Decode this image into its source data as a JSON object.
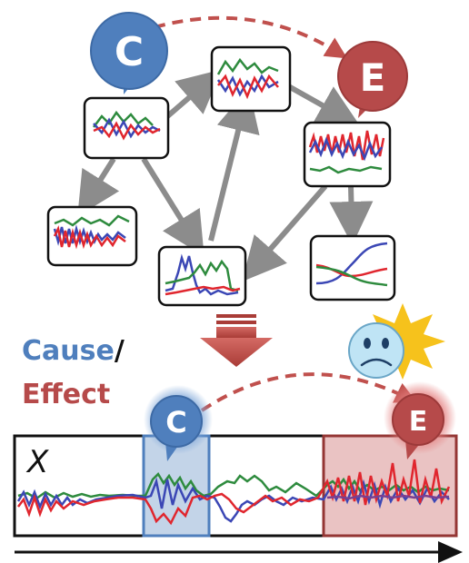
{
  "top_graph": {
    "cause_bubble": "C",
    "effect_bubble": "E"
  },
  "legend": {
    "cause_word": "Cause",
    "slash": "/",
    "effect_word": "Effect"
  },
  "timeline": {
    "variable_label": "X",
    "cause_bubble": "C",
    "effect_bubble": "E"
  },
  "colors": {
    "cause_blue": "#4f7fbd",
    "effect_red": "#b64a4a",
    "series_green": "#2e8b3e",
    "series_blue": "#3b47b5",
    "series_red": "#e0262e",
    "series_purple": "#7b3f8f",
    "edge_gray": "#8c8c8c",
    "sun_yellow": "#f6c21c"
  },
  "icons": [
    "sad-face-icon",
    "sun-burst-icon",
    "down-arrow-icon",
    "time-arrow-icon"
  ]
}
